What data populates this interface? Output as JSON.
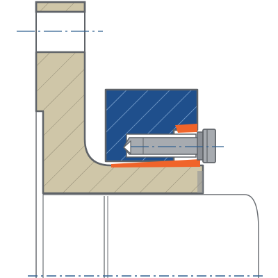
{
  "diagram": {
    "type": "mechanical-cross-section",
    "colors": {
      "background": "#ffffff",
      "outline": "#5f6368",
      "housing_fill": "#cfc6a8",
      "hatch_housing": "#8f8872",
      "insert_fill": "#1f4f8c",
      "hatch_insert": "#88aed8",
      "bolt_fill": "#a7abb0",
      "bolt_shade": "#8c9096",
      "accent_fill": "#f0642a",
      "centerline": "#2f5f8f",
      "base_outline": "#6b6f74"
    },
    "parts": [
      {
        "name": "housing",
        "material": "hatched-beige"
      },
      {
        "name": "insert-block",
        "material": "hatched-blue"
      },
      {
        "name": "socket-screw",
        "material": "steel-grey"
      },
      {
        "name": "clamping-sleeve",
        "material": "orange"
      },
      {
        "name": "shaft",
        "material": "white"
      }
    ]
  }
}
